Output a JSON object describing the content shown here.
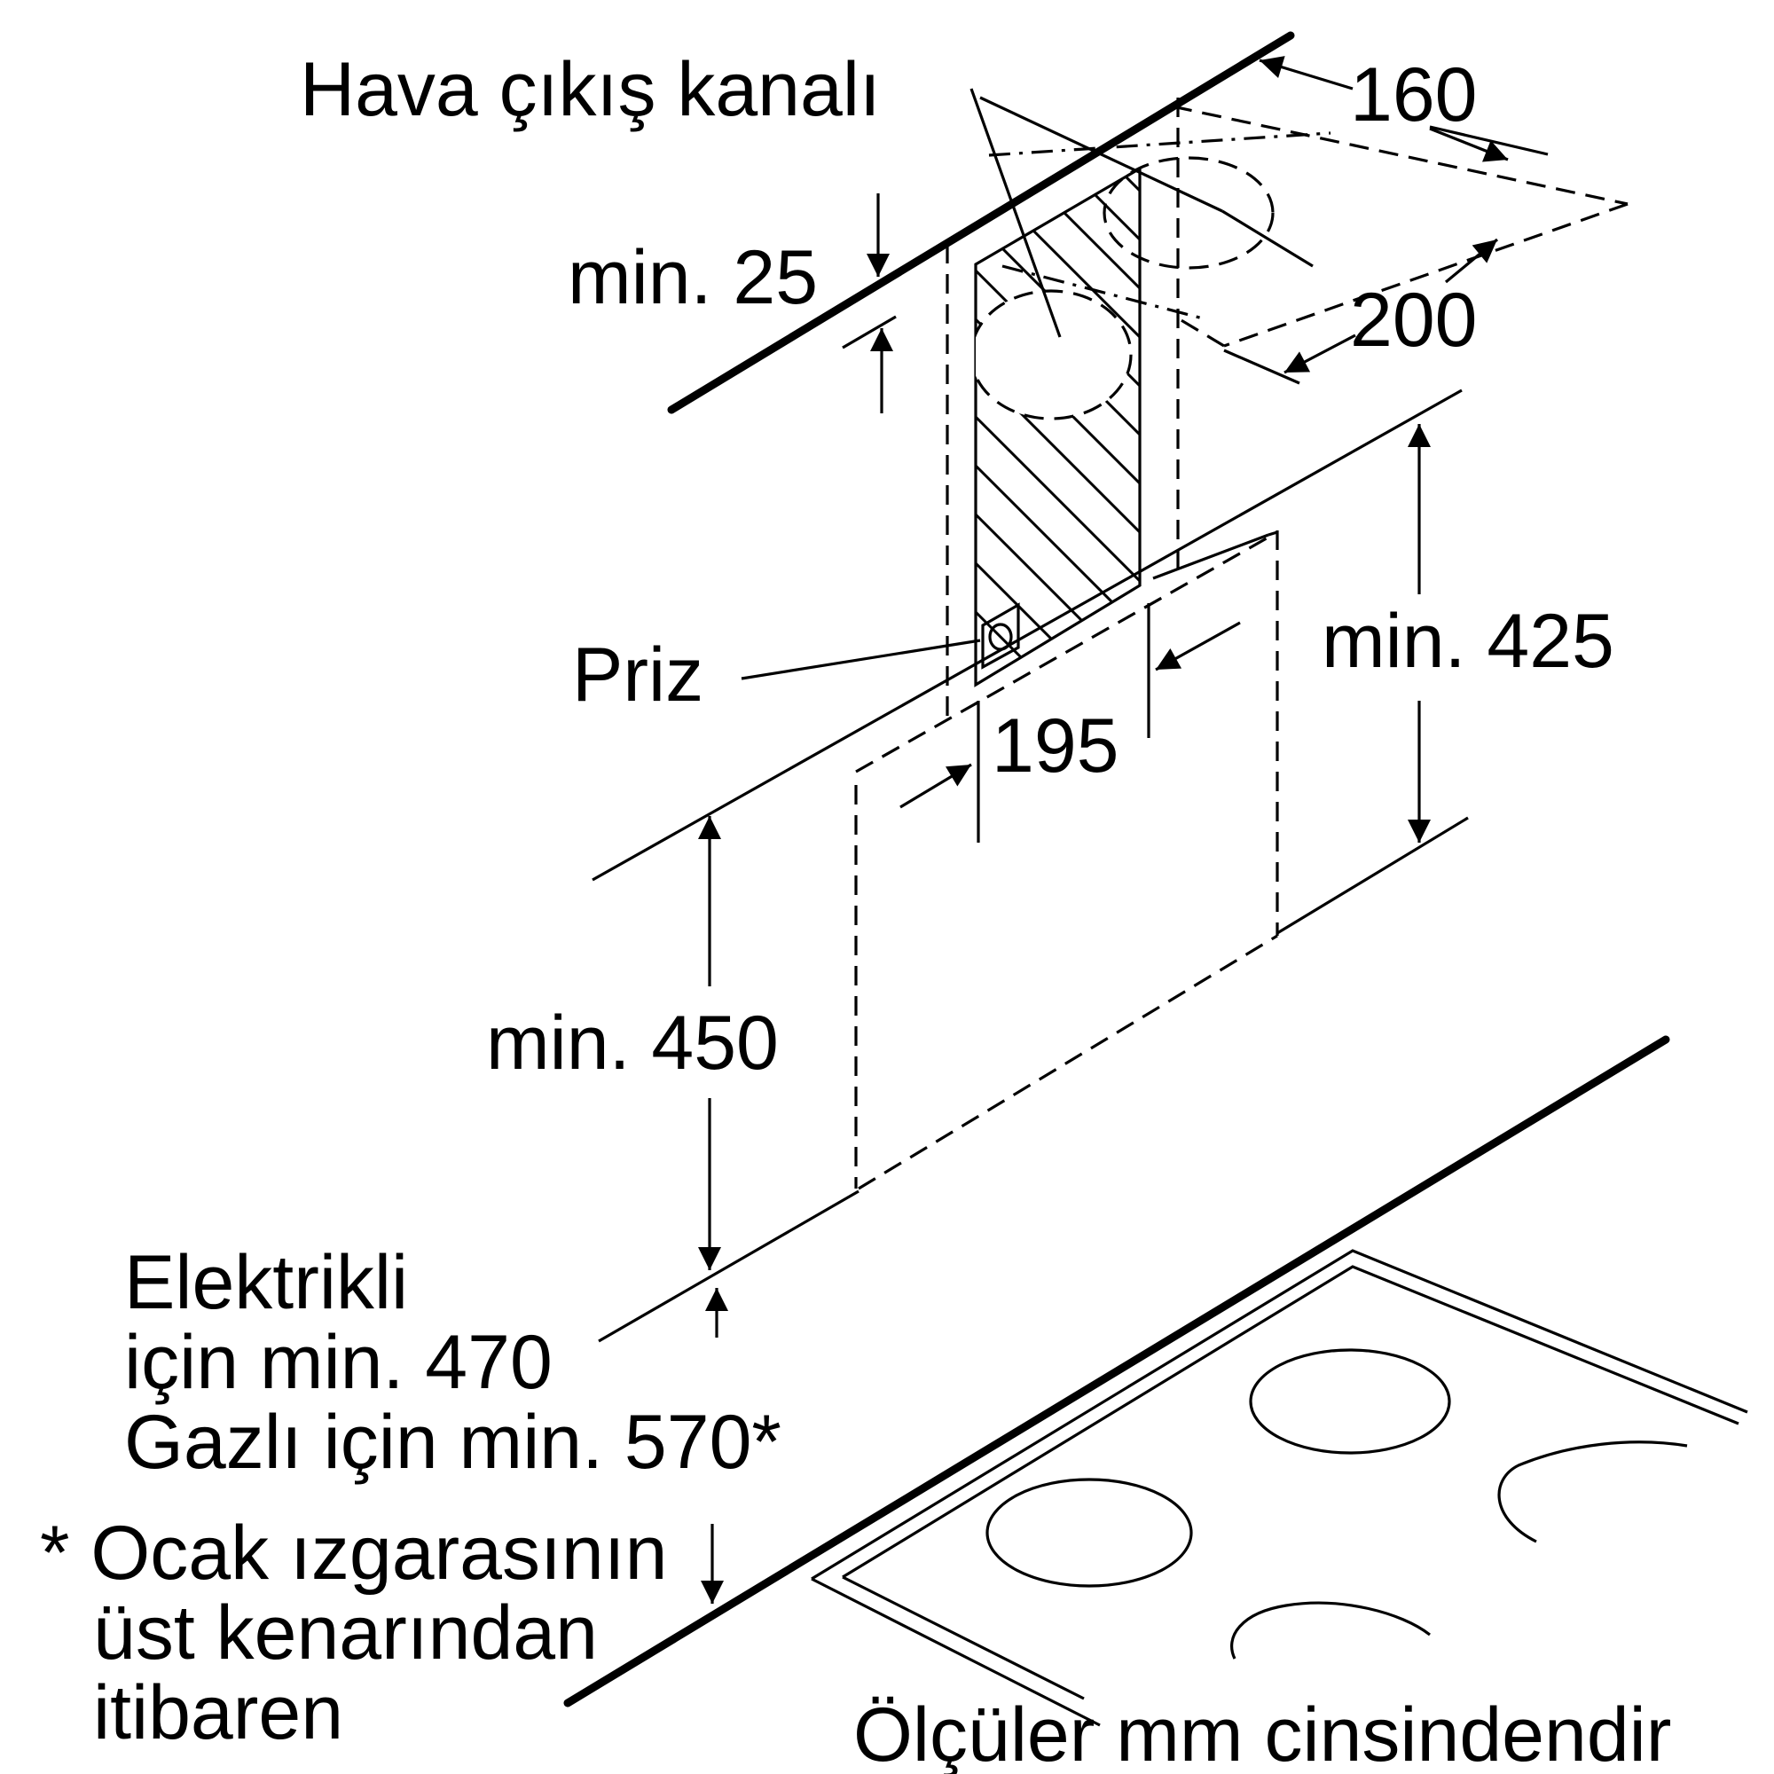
{
  "labels": {
    "air_outlet": "Hava çıkış kanalı",
    "socket": "Priz",
    "dim_160": "160",
    "dim_200": "200",
    "dim_min25": "min. 25",
    "dim_min425": "min. 425",
    "dim_195": "195",
    "dim_min450": "min. 450",
    "electric_line": "Elektrikli",
    "electric_value": "için min. 470",
    "gas_value": "Gazlı için min. 570*",
    "footnote_line1": "* Ocak ızgarasının",
    "footnote_line2": "üst kenarından",
    "footnote_line3": "itibaren",
    "units_note": "Ölçüler mm cinsindendir"
  }
}
